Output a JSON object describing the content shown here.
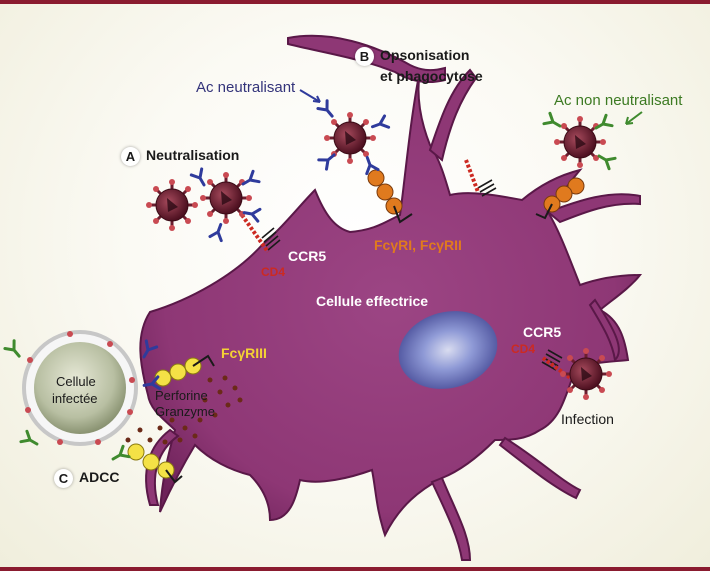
{
  "sections": {
    "a": {
      "letter": "A",
      "title": "Neutralisation"
    },
    "b": {
      "letter": "B",
      "title_line1": "Opsonisation",
      "title_line2": "et phagocytose"
    },
    "c": {
      "letter": "C",
      "title": "ADCC"
    }
  },
  "labels": {
    "ac_neutralisant": "Ac neutralisant",
    "ac_non_neutralisant": "Ac non neutralisant",
    "ccr5_top": "CCR5",
    "cd4_top": "CD4",
    "fc_receptors": "FcγRI, FcγRII",
    "cellule_effectrice": "Cellule effectrice",
    "ccr5_right": "CCR5",
    "cd4_right": "CD4",
    "infection": "Infection",
    "fc_riii": "FcγRIII",
    "perforine": "Perforine",
    "granzyme": "Granzyme",
    "cellule_infectee_1": "Cellule",
    "cellule_infectee_2": "infectée"
  },
  "colors": {
    "cell_body": "#8e3775",
    "cell_dark": "#5a1848",
    "nucleus": "#5b6fbf",
    "neutralizing_antibody": "#2f3b9c",
    "non_neutralizing_antibody": "#3f8a2e",
    "fc_gamma_ri_beads": "#e07a1e",
    "fc_gamma_riii_beads": "#f4e146",
    "virus": "#6b1e2f",
    "cd4_red": "#cc2a22",
    "frame_bar": "#8a1b2f"
  }
}
